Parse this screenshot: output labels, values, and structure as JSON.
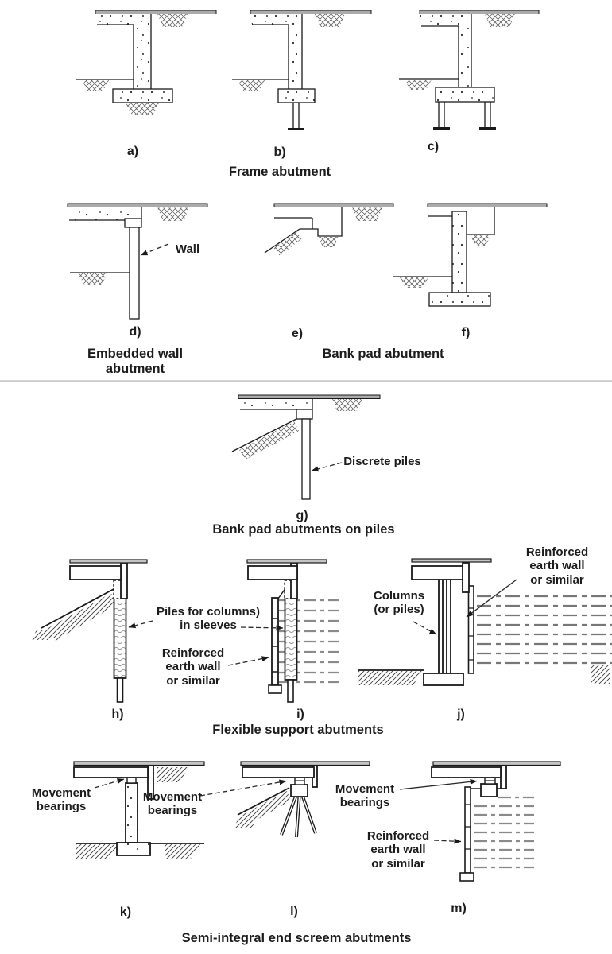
{
  "sections": {
    "frame": {
      "caption": "Frame abutment",
      "a": "a)",
      "b": "b)",
      "c": "c)"
    },
    "embedded": {
      "caption": "Embedded wall\nabutment",
      "d": "d)"
    },
    "bankpad": {
      "caption": "Bank pad abutment",
      "e": "e)",
      "f": "f)"
    },
    "bankpad_piles": {
      "caption": "Bank pad abutments on piles",
      "g": "g)"
    },
    "flexible": {
      "caption": "Flexible support abutments",
      "h": "h)",
      "i": "i)",
      "j": "j)"
    },
    "semi": {
      "caption": "Semi-integral end screem abutments",
      "k": "k)",
      "l": "l)",
      "m": "m)"
    }
  },
  "annotations": {
    "wall": "Wall",
    "discrete_piles": "Discrete piles",
    "piles_sleeves": "Piles for columns)\nin sleeves",
    "reinforced_hi": "Reinforced\nearth wall\nor similar",
    "columns_piles": "Columns\n(or piles)",
    "reinforced_j": "Reinforced\nearth wall\nor similar",
    "movement_k1": "Movement\nbearings",
    "movement_k2": "Movement\nbearings",
    "movement_m": "Movement\nbearings",
    "reinforced_m": "Reinforced\nearth wall\nor similar"
  },
  "colors": {
    "line": "#1a1a1a",
    "deck_fill": "#ababab",
    "roadway_fill": "#c4c4c4",
    "soil_dash": "#8a8a8a",
    "divider": "#cbcbcb",
    "text": "#1c1c1c"
  }
}
